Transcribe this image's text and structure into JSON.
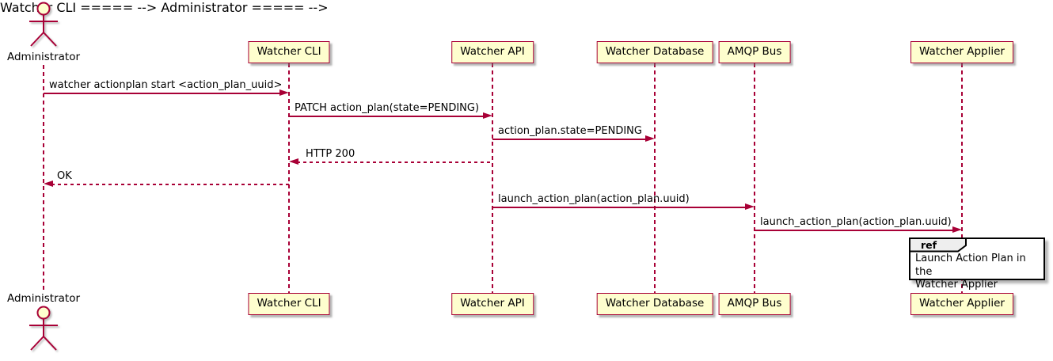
{
  "diagram": {
    "type": "uml-sequence-diagram",
    "colors": {
      "participant_fill": "#FEFECE",
      "participant_border": "#A80036",
      "lifeline": "#A80036",
      "arrow": "#A80036",
      "ref_border": "#000000",
      "ref_header_fill": "#EEEEEE",
      "background": "#FFFFFF"
    },
    "actor": {
      "name": "Administrator"
    },
    "participants": [
      {
        "name": "Watcher CLI"
      },
      {
        "name": "Watcher API"
      },
      {
        "name": "Watcher Database"
      },
      {
        "name": "AMQP Bus"
      },
      {
        "name": "Watcher Applier"
      }
    ],
    "messages": [
      {
        "from": "Administrator",
        "to": "Watcher CLI",
        "label": "watcher actionplan start <action_plan_uuid>",
        "style": "solid"
      },
      {
        "from": "Watcher CLI",
        "to": "Watcher API",
        "label": "PATCH action_plan(state=PENDING)",
        "style": "solid"
      },
      {
        "from": "Watcher API",
        "to": "Watcher Database",
        "label": "action_plan.state=PENDING",
        "style": "solid"
      },
      {
        "from": "Watcher API",
        "to": "Watcher CLI",
        "label": "HTTP 200",
        "style": "dashed"
      },
      {
        "from": "Watcher CLI",
        "to": "Administrator",
        "label": "OK",
        "style": "dashed"
      },
      {
        "from": "Watcher API",
        "to": "AMQP Bus",
        "label": "launch_action_plan(action_plan.uuid)",
        "style": "solid"
      },
      {
        "from": "AMQP Bus",
        "to": "Watcher Applier",
        "label": "launch_action_plan(action_plan.uuid)",
        "style": "solid"
      }
    ],
    "ref_fragment": {
      "keyword": "ref",
      "text": "Launch Action Plan in the\nWatcher Applier"
    }
  }
}
